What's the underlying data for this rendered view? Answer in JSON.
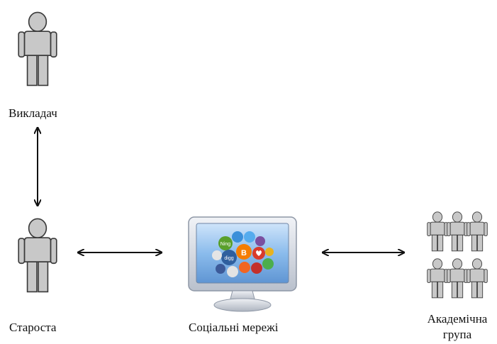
{
  "diagram": {
    "nodes": {
      "teacher": {
        "label": "Викладач",
        "icon": "person-icon"
      },
      "group_leader": {
        "label": "Староста",
        "icon": "person-icon"
      },
      "social_networks": {
        "label": "Соціальні  мережі",
        "icon": "monitor-social-icon"
      },
      "academic_group": {
        "label_line1": "Академічна",
        "label_line2": "група",
        "icon": "group-of-people-icon"
      }
    },
    "connections": [
      {
        "from": "teacher",
        "to": "group_leader",
        "style": "double-arrow"
      },
      {
        "from": "group_leader",
        "to": "social_networks",
        "style": "double-arrow"
      },
      {
        "from": "social_networks",
        "to": "academic_group",
        "style": "double-arrow"
      }
    ],
    "colors": {
      "person_fill": "#c8c8c8",
      "person_stroke": "#3a3a3a",
      "arrow": "#111111",
      "monitor_frame": "#d8dde6",
      "monitor_screen": "#7fb0e6"
    },
    "social_logos": [
      "Ning",
      "digg",
      "Blogger",
      "Twitter",
      "Facebook",
      "YouTube",
      "RSS"
    ]
  }
}
